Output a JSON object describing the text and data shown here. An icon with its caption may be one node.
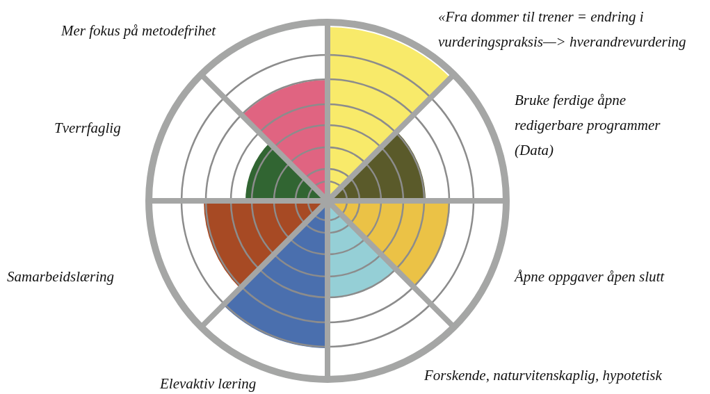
{
  "diagram": {
    "labels": [
      "«Fra dommer til trener = endring i vurderingspraksis—> hverandrevurdering",
      "Mer fokus på metodefrihet",
      "Bruke ferdige åpne redigerbare programmer (Data)",
      "Tverrfaglig",
      "Samarbeidslæring",
      "Åpne oppgaver åpen slutt",
      "Forskende, naturvitenskaplig, hypotetisk",
      "Elevaktiv læring"
    ]
  }
}
